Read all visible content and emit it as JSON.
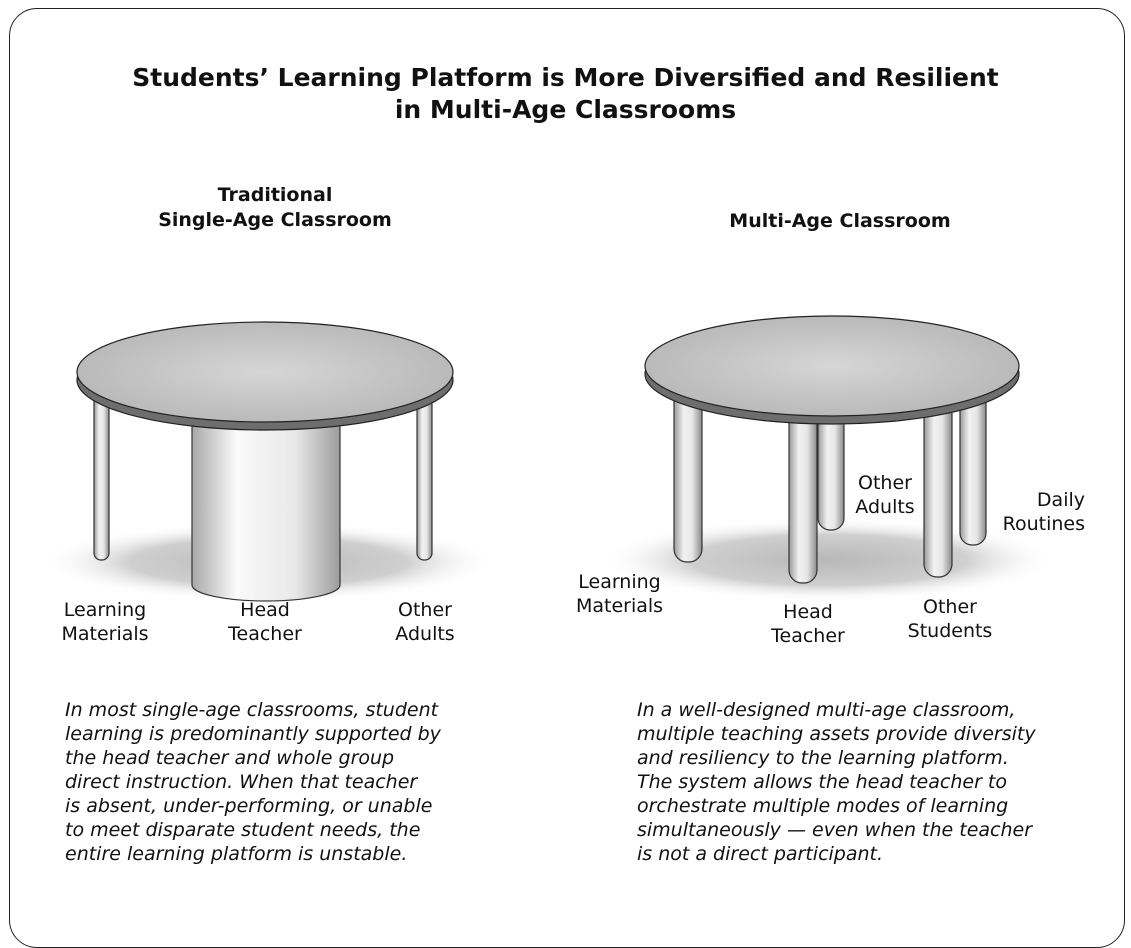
{
  "title": {
    "line1": "Students’ Learning Platform is More Diversified and Resilient",
    "line2": "in Multi-Age Classrooms"
  },
  "left": {
    "heading_line1": "Traditional",
    "heading_line2": "Single-Age Classroom",
    "labels": {
      "learning_materials": [
        "Learning",
        "Materials"
      ],
      "head_teacher": [
        "Head",
        "Teacher"
      ],
      "other_adults": [
        "Other",
        "Adults"
      ]
    },
    "description": [
      "In most single-age classrooms, student",
      "learning is predominantly supported by",
      "the head teacher and whole group",
      "direct instruction. When that teacher",
      "is absent, under-performing, or unable",
      "to meet disparate student needs, the",
      "entire learning platform is unstable."
    ]
  },
  "right": {
    "heading": "Multi-Age Classroom",
    "labels": {
      "learning_materials": [
        "Learning",
        "Materials"
      ],
      "head_teacher": [
        "Head",
        "Teacher"
      ],
      "other_adults": [
        "Other",
        "Adults"
      ],
      "other_students": [
        "Other",
        "Students"
      ],
      "daily_routines": [
        "Daily",
        "Routines"
      ]
    },
    "description": [
      "In a well-designed multi-age classroom,",
      "multiple teaching assets provide diversity",
      "and resiliency to the learning platform.",
      "The system allows the head teacher to",
      "orchestrate multiple modes of learning",
      "simultaneously — even when the teacher",
      "is not a direct participant."
    ]
  }
}
